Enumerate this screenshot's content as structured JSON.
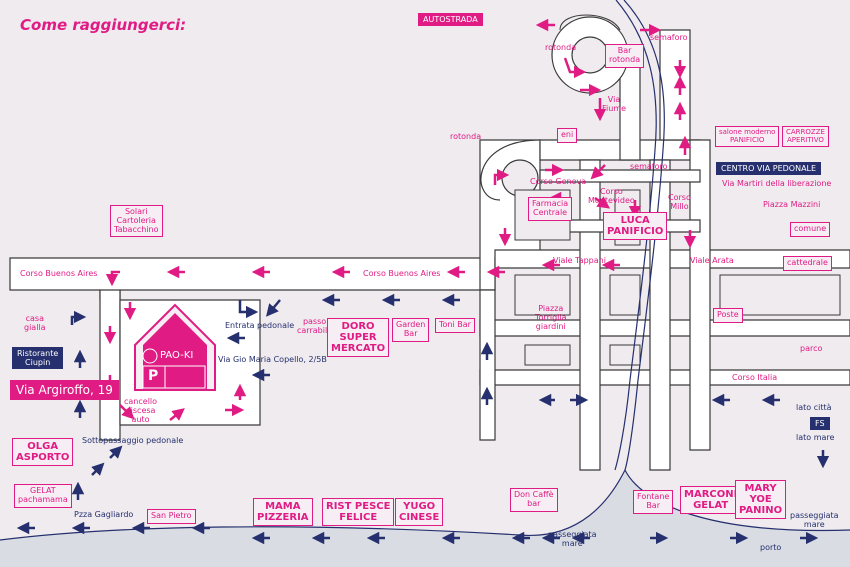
{
  "title": "Come raggiungerci:",
  "colors": {
    "background": "#efebef",
    "road": "#ffffff",
    "road_outline": "#3a3a3a",
    "accent": "#e01c84",
    "navy": "#26306e",
    "sea": "#d9dde3"
  },
  "icons": {
    "pink_arrow": "arrow-icon",
    "navy_arrow": "arrow-icon",
    "parking": "parking-icon"
  },
  "labels": {
    "autostrada": "AUTOSTRADA",
    "rotonda_top": "rotonda",
    "bar_rotonda": "Bar\nrotonda",
    "semaforo_top": "semaforo",
    "via_fiume": "Via\nFiume",
    "rotonda_left": "rotonda",
    "eni": "eni",
    "salone": "salone moderno\nPANIFICIO",
    "carrozze": "CARROZZE\nAPERITIVO",
    "semaforo_mid": "semaforo",
    "centro": "CENTRO VIA PEDONALE",
    "via_martiri": "Via Martiri della liberazione",
    "corso_genova": "Corso Genova",
    "corso_montevideo": "Corso\nMontevideo",
    "corso_millo": "Corso\nMillo",
    "farmacia": "Farmacia\nCentrale",
    "luca": "LUCA\nPANIFICIO",
    "piazza_mazzini": "Piazza Mazzini",
    "comune": "comune",
    "solari": "Solari\nCartoleria\nTabacchino",
    "cattedrale": "cattedrale",
    "corso_ba_left": "Corso Buenos Aires",
    "corso_ba_mid": "Corso Buenos Aires",
    "viale_tappani": "Viale Tappani",
    "viale_arata": "Viale Arata",
    "casa_gialla": "casa\ngialla",
    "entrata": "Entrata pedonale",
    "passo": "passo\ncarrabile",
    "doro": "DORO\nSUPER\nMERCATO",
    "garden": "Garden\nBar",
    "toni": "Toni Bar",
    "piazza_torriglia": "Piazza\nTorriglia\ngiardini",
    "poste": "Poste",
    "paoki": "PAO-KI",
    "parking": "P",
    "ristorante": "Ristorante\nCiupin",
    "via_argiroffo": "Via Argiroffo, 19",
    "via_gio": "Via Gio Maria Copello, 2/5B",
    "cancello": "cancello\ndiscesa\nauto",
    "parco": "parco",
    "corso_italia": "Corso Italia",
    "lato_citta": "lato città",
    "fs": "FS",
    "lato_mare": "lato mare",
    "olga": "OLGA\nASPORTO",
    "sottopassaggio": "Sottopassaggio pedonale",
    "gelat_left": "GELAT\npachamama",
    "pzza_gagliardo": "Pzza Gagliardo",
    "san_pietro": "San Pietro",
    "mama": "MAMA\nPIZZERIA",
    "rist_pesce": "RIST PESCE\nFELICE",
    "yugo": "YUGO\nCINESE",
    "don_caffe": "Don Caffè\nbar",
    "passeggiata_left": "passeggiata\nmare",
    "fontane": "Fontane\nBar",
    "marconi": "MARCONI\nGELAT",
    "mary": "MARY\nYOE\nPANINO",
    "passeggiata_right": "passeggiata\nmare",
    "porto": "porto"
  }
}
